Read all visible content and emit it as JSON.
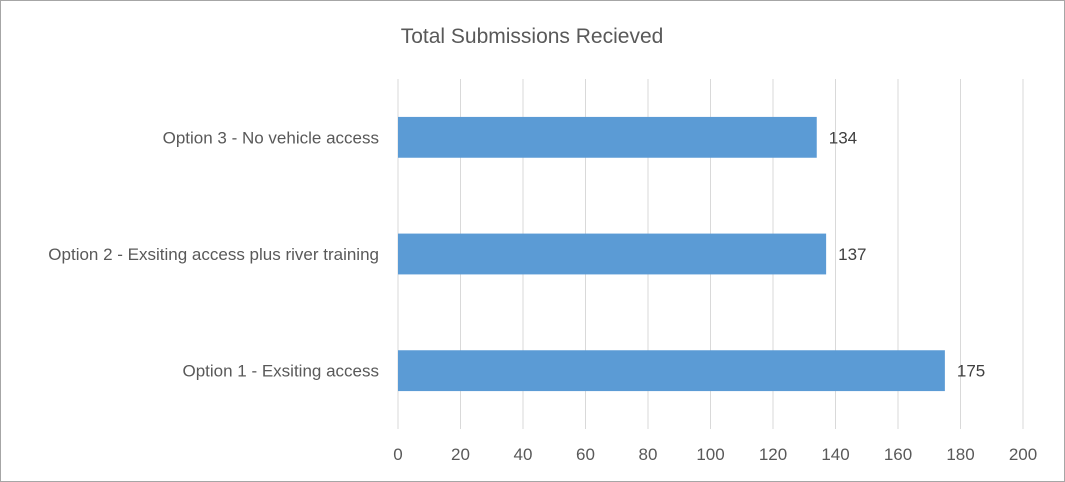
{
  "chart_data": {
    "type": "bar",
    "orientation": "horizontal",
    "title": "Total Submissions Recieved",
    "categories": [
      "Option 1 - Exsiting access",
      "Option 2 - Exsiting access plus river training",
      "Option 3 - No vehicle access"
    ],
    "values": [
      175,
      137,
      134
    ],
    "xlim": [
      0,
      200
    ],
    "xticks": [
      "0",
      "20",
      "40",
      "60",
      "80",
      "100",
      "120",
      "140",
      "160",
      "180",
      "200"
    ],
    "grid": "vertical",
    "legend": "none",
    "bar_color": "#5b9bd5",
    "data_labels": true
  }
}
